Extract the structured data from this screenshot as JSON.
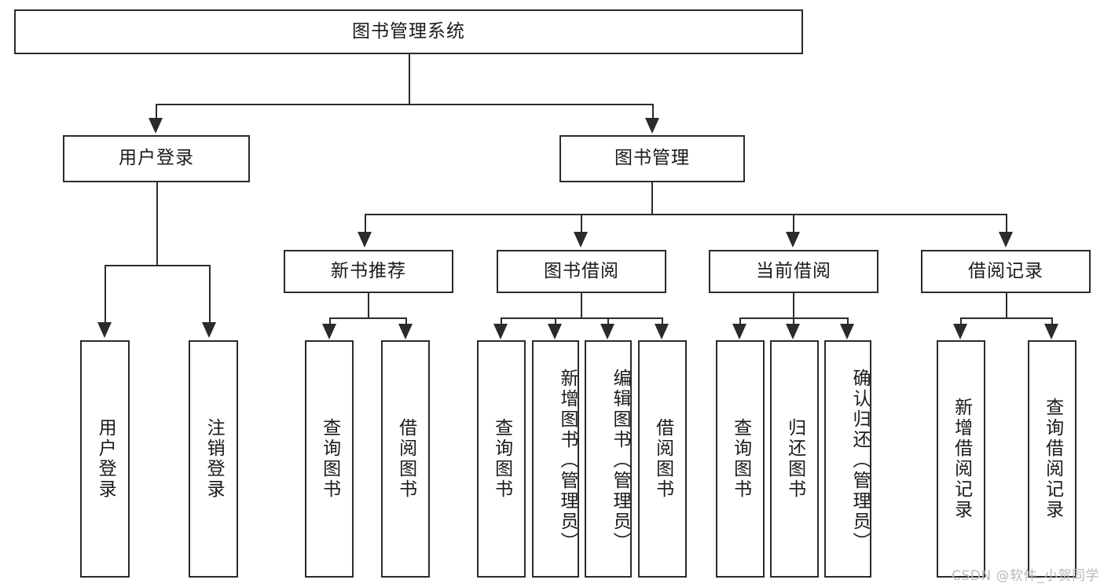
{
  "diagram": {
    "kind": "hierarchy-tree",
    "root": {
      "label": "图书管理系统"
    },
    "level2": [
      {
        "id": "user-login",
        "label": "用户登录"
      },
      {
        "id": "book-management",
        "label": "图书管理"
      }
    ],
    "level3": [
      {
        "id": "new-book-recommend",
        "label": "新书推荐"
      },
      {
        "id": "book-borrow",
        "label": "图书借阅"
      },
      {
        "id": "current-borrow",
        "label": "当前借阅"
      },
      {
        "id": "borrow-record",
        "label": "借阅记录"
      }
    ],
    "leaves": {
      "user_login": [
        {
          "id": "leaf-user-login",
          "label": "用户登录"
        },
        {
          "id": "leaf-logout-login",
          "label": "注销登录"
        }
      ],
      "new_book_recommend": [
        {
          "id": "leaf-query-book-1",
          "label": "查询图书"
        },
        {
          "id": "leaf-borrow-book-1",
          "label": "借阅图书"
        }
      ],
      "book_borrow": [
        {
          "id": "leaf-query-book-2",
          "label": "查询图书"
        },
        {
          "id": "leaf-add-book",
          "label": "新增图书（管理员）"
        },
        {
          "id": "leaf-edit-book",
          "label": "编辑图书（管理员）"
        },
        {
          "id": "leaf-borrow-book-2",
          "label": "借阅图书"
        }
      ],
      "current_borrow": [
        {
          "id": "leaf-query-book-3",
          "label": "查询图书"
        },
        {
          "id": "leaf-return-book",
          "label": "归还图书"
        },
        {
          "id": "leaf-confirm-return",
          "label": "确认归还（管理员）"
        }
      ],
      "borrow_record": [
        {
          "id": "leaf-add-record",
          "label": "新增借阅记录"
        },
        {
          "id": "leaf-query-record",
          "label": "查询借阅记录"
        }
      ]
    }
  },
  "watermark": {
    "text": "CSDN @软件_小贺同学"
  },
  "colors": {
    "stroke": "#2b2b2b",
    "background": "#ffffff",
    "text": "#1a1a1a",
    "watermark": "#b9b9b9"
  }
}
